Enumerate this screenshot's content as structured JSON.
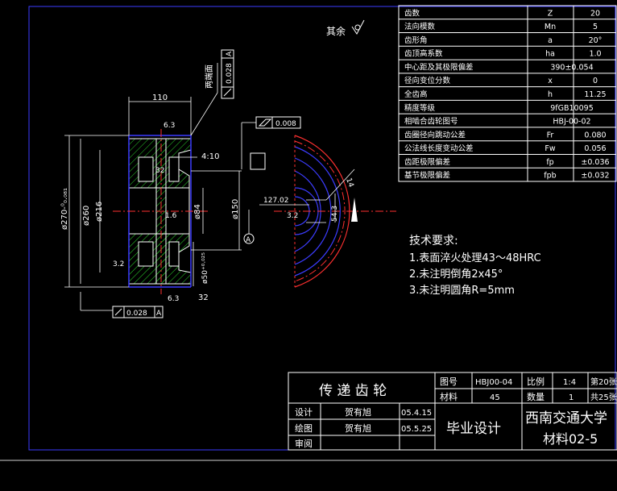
{
  "params": [
    {
      "name": "齿数",
      "sym": "Z",
      "val": "20"
    },
    {
      "name": "法向模数",
      "sym": "Mn",
      "val": "5"
    },
    {
      "name": "齿形角",
      "sym": "a",
      "val": "20°"
    },
    {
      "name": "齿顶高系数",
      "sym": "ha",
      "val": "1.0"
    },
    {
      "name": "中心距及其极限偏差",
      "sym": "",
      "val": "390±0.054"
    },
    {
      "name": "径向变位分数",
      "sym": "x",
      "val": "0"
    },
    {
      "name": "全齿高",
      "sym": "h",
      "val": "11.25"
    },
    {
      "name": "精度等级",
      "sym": "",
      "val": "9fGB10095"
    },
    {
      "name": "相啮合齿轮图号",
      "sym": "",
      "val": "HBJ-00-02"
    },
    {
      "name": "齿圈径向跳动公差",
      "sym": "Fr",
      "val": "0.080"
    },
    {
      "name": "公法线长度变动公差",
      "sym": "Fw",
      "val": "0.056"
    },
    {
      "name": "齿距极限偏差",
      "sym": "fp",
      "val": "±0.036"
    },
    {
      "name": "基节极限偏差",
      "sym": "fpb",
      "val": "±0.032"
    }
  ],
  "notes": {
    "title": "技术要求:",
    "items": [
      "1.表面淬火处理43～48HRC",
      "2.未注明倒角2x45°",
      "3.未注明圆角R=5mm"
    ]
  },
  "titleblock": {
    "part_name": "传 递 齿 轮",
    "drawing_no_label": "图号",
    "drawing_no": "HBJ00-04",
    "scale_label": "比例",
    "scale": "1:4",
    "sheet": "第20张",
    "material_label": "材料",
    "material": "45",
    "qty_label": "数量",
    "qty": "1",
    "total": "共25张",
    "design_label": "设计",
    "designer": "贺有旭",
    "design_date": "05.4.15",
    "draw_label": "绘图",
    "drafter": "贺有旭",
    "draw_date": "05.5.25",
    "review_label": "审阅",
    "project": "毕业设计",
    "school": "西南交通大学",
    "class": "材料02-5"
  },
  "dims": {
    "width_110": "110",
    "d270": "ø270-⁰₀.₀₈₁",
    "d260": "ø260",
    "d216": "ø216",
    "d84": "ø84",
    "d150": "ø150",
    "d50": "ø50⁺⁰·⁰²⁵",
    "c32": "32",
    "c410": "4:10",
    "r63a": "6.3",
    "r63b": "6.3",
    "r32a": "3.2",
    "r32b": "3.2",
    "r16": "1.6",
    "d3210": "32",
    "tol_top": "0.028",
    "tol_top_ref": "A",
    "tol_bot": "0.028",
    "tol_bot_ref": "A",
    "flat": "0.008",
    "two_ends": "两端面",
    "datum": "A",
    "dim12702": "127.02",
    "dim543": "54.3",
    "dim14": "14",
    "rough_rest": "其余"
  }
}
